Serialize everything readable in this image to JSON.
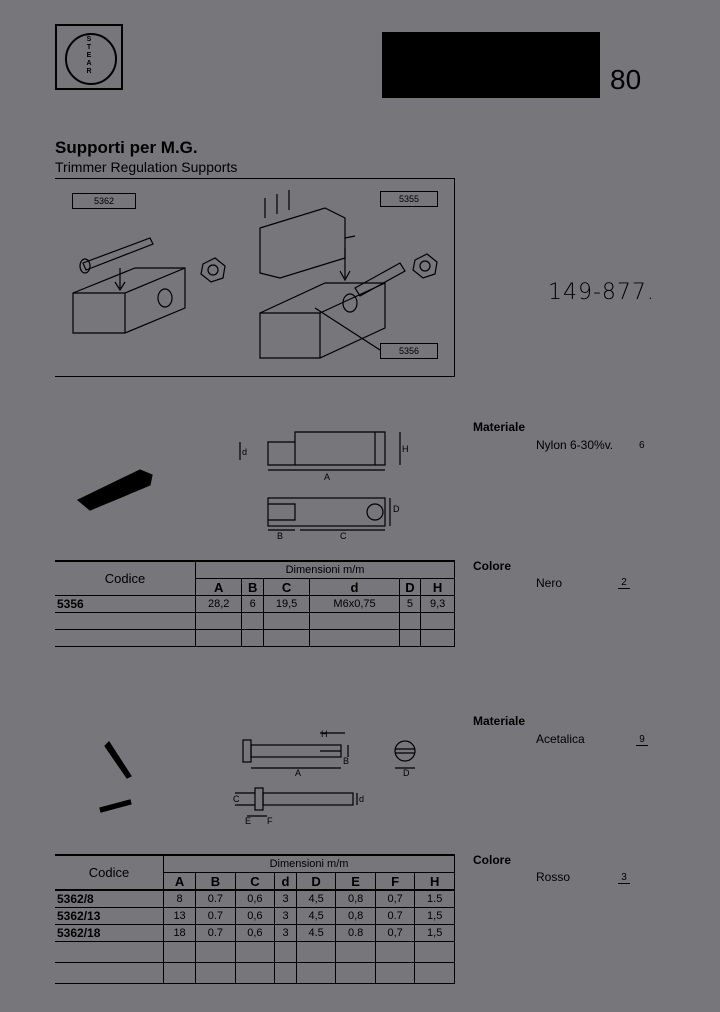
{
  "header": {
    "logo_text": "STEAR",
    "page_number": "80"
  },
  "title": "Supporti per M.G.",
  "subtitle": "Trimmer Regulation Supports",
  "figure_labels": [
    "5362",
    "5355",
    "5356"
  ],
  "handwritten_note": "149-877.",
  "section1": {
    "materiale_label": "Materiale",
    "materiale_value": "Nylon 6-30%v.",
    "materiale_code": "6",
    "colore_label": "Colore",
    "colore_value": "Nero",
    "colore_code": "2",
    "drawing_labels": {
      "A": "A",
      "B": "B",
      "C": "C",
      "d": "d",
      "D": "D",
      "H": "H"
    },
    "table": {
      "codice_label": "Codice",
      "dimensioni_label": "Dimensioni m/m",
      "columns": [
        "A",
        "B",
        "C",
        "d",
        "D",
        "H"
      ],
      "rows": [
        {
          "code": "5356",
          "values": [
            "28,2",
            "6",
            "19,5",
            "M6x0,75",
            "5",
            "9,3"
          ]
        }
      ]
    }
  },
  "section2": {
    "materiale_label": "Materiale",
    "materiale_value": "Acetalica",
    "materiale_code": "9",
    "colore_label": "Colore",
    "colore_value": "Rosso",
    "colore_code": "3",
    "drawing_labels": {
      "A": "A",
      "H": "H",
      "B": "B",
      "C": "C",
      "d": "d",
      "D": "D",
      "E": "E",
      "F": "F"
    },
    "table": {
      "codice_label": "Codice",
      "dimensioni_label": "Dimensioni m/m",
      "columns": [
        "A",
        "B",
        "C",
        "d",
        "D",
        "E",
        "F",
        "H"
      ],
      "rows": [
        {
          "code": "5362/8",
          "values": [
            "8",
            "0.7",
            "0,6",
            "3",
            "4,5",
            "0,8",
            "0,7",
            "1.5"
          ]
        },
        {
          "code": "5362/13",
          "values": [
            "13",
            "0.7",
            "0,6",
            "3",
            "4,5",
            "0,8",
            "0.7",
            "1,5"
          ]
        },
        {
          "code": "5362/18",
          "values": [
            "18",
            "0.7",
            "0,6",
            "3",
            "4.5",
            "0.8",
            "0,7",
            "1,5"
          ]
        }
      ]
    }
  }
}
